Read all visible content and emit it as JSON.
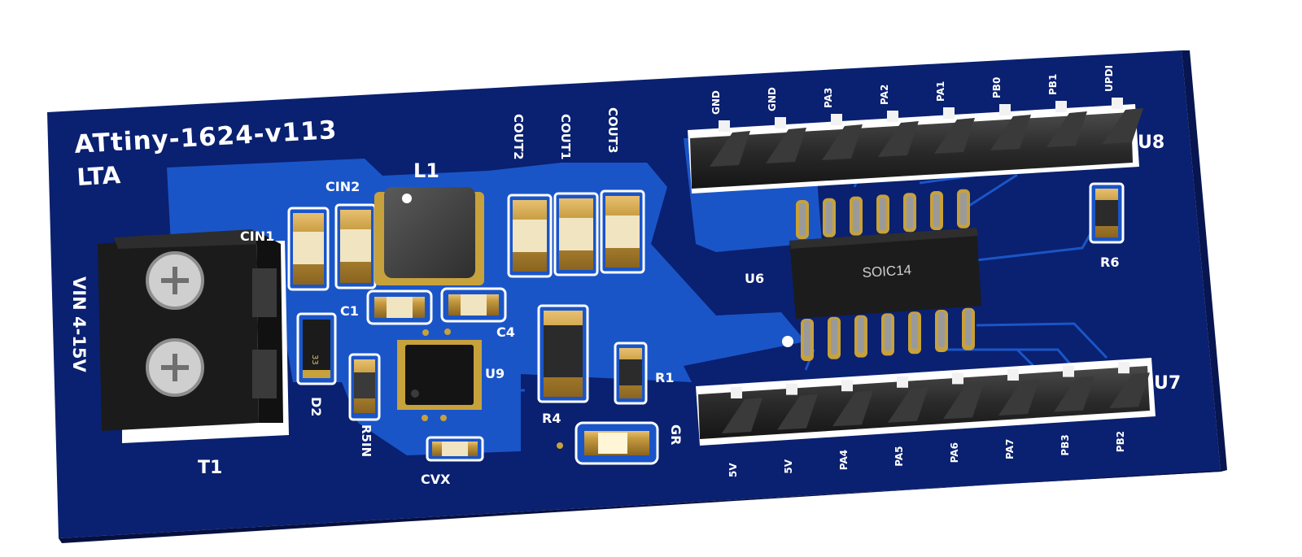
{
  "board": {
    "title": "ATtiny-1624-v113",
    "logo": "LTA",
    "vin_label": "VIN 4-15V",
    "colors": {
      "substrate": "#0a2070",
      "copper_pour": "#1a55c8",
      "pad_gold": "#c7a13b",
      "silkscreen": "#ffffff",
      "header_plastic": "#2b2b2b"
    }
  },
  "components": {
    "T1": "T1",
    "L1": "L1",
    "CIN1": "CIN1",
    "CIN2": "CIN2",
    "COUT1": "COUT1",
    "COUT2": "COUT2",
    "COUT3": "COUT3",
    "C1": "C1",
    "C4": "C4",
    "D2": "D2",
    "D2_marking": "33",
    "R5IN": "R5IN",
    "U9": "U9",
    "CVX": "CVX",
    "R4": "R4",
    "R1": "R1",
    "GR": "GR",
    "U6": "U6",
    "U6_package": "SOIC14",
    "R6": "R6",
    "U8": "U8",
    "U7": "U7"
  },
  "headers": {
    "U8_pins": [
      "GND",
      "GND",
      "PA3",
      "PA2",
      "PA1",
      "PB0",
      "PB1",
      "UPDI"
    ],
    "U7_pins": [
      "5V",
      "5V",
      "PA4",
      "PA5",
      "PA6",
      "PA7",
      "PB3",
      "PB2"
    ]
  }
}
